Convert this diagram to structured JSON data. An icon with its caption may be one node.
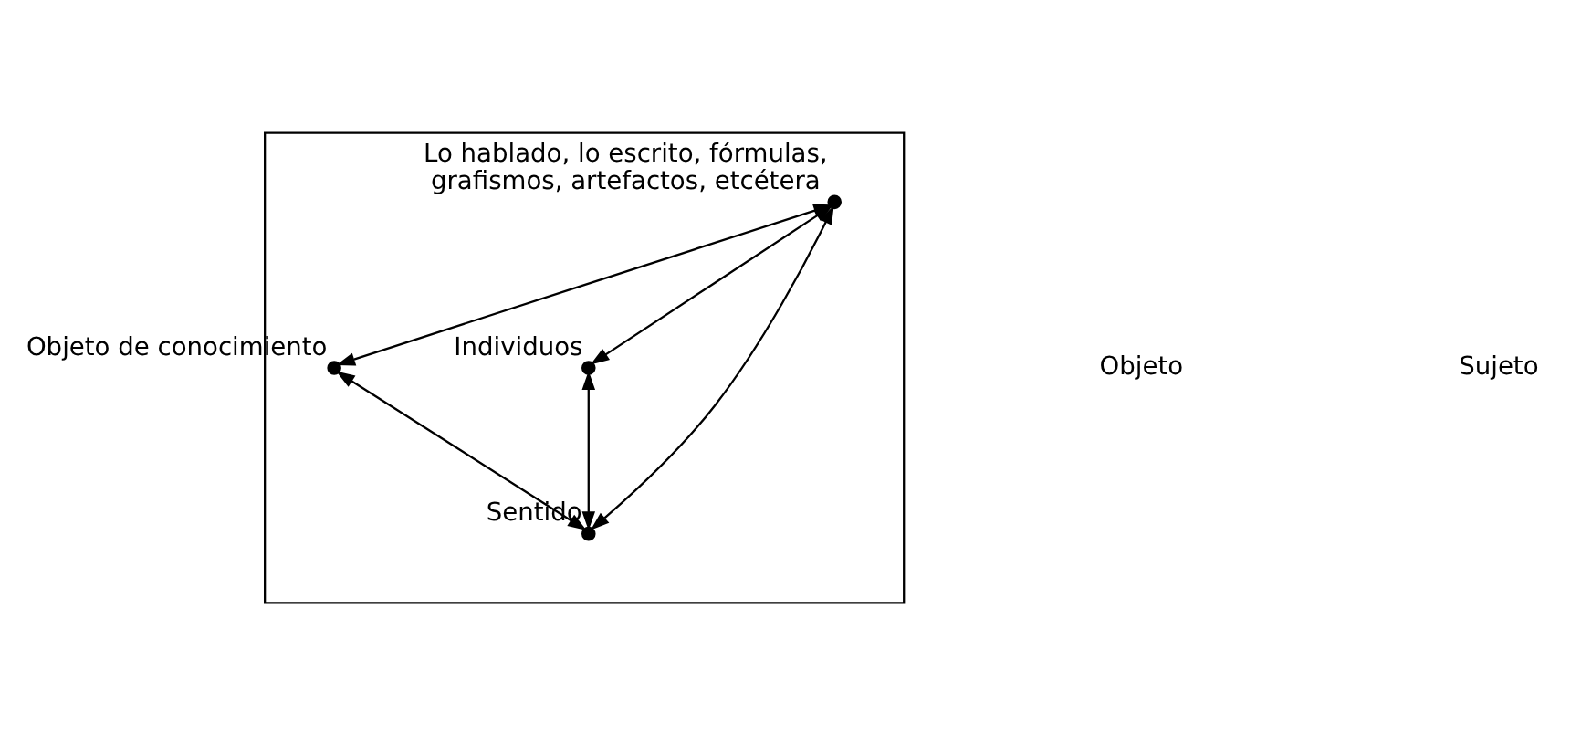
{
  "diagram": {
    "nodes": [
      {
        "text": [],
        "shape": "box"
      },
      {
        "text": [],
        "shape": "circle",
        "in": 0,
        "beside": [
          "Lo hablado, lo escrito, fórmulas, grafismos, artefactos, etcétera"
        ]
      },
      {
        "text": [],
        "shape": "circle",
        "in": 0,
        "beside": [
          "Objeto de conocimiento"
        ]
      },
      {
        "text": [],
        "shape": "circle",
        "in": 0,
        "beside": [
          "Individuos"
        ]
      },
      {
        "text": [],
        "shape": "circle",
        "in": 0,
        "beside": [
          "Sentido"
        ]
      }
    ],
    "edges": [
      {
        "from": 1,
        "to": 2,
        "arrow": "both"
      },
      {
        "from": 1,
        "to": 3,
        "arrow": "both"
      },
      {
        "from": 1,
        "to": 4,
        "arrow": "both"
      },
      {
        "from": 2,
        "to": 4,
        "arrow": "both"
      },
      {
        "from": 3,
        "to": 4,
        "arrow": "both"
      }
    ],
    "labels": [
      "Objeto",
      "Sujeto"
    ]
  }
}
